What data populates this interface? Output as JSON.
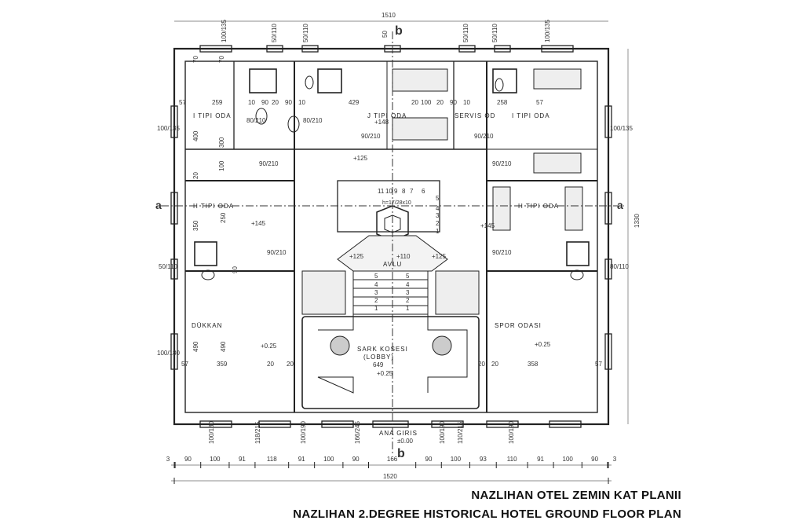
{
  "title": {
    "tr": "NAZLIHAN OTEL ZEMIN KAT PLANII",
    "en": "NAZLIHAN 2.DEGREE HISTORICAL HOTEL GROUND FLOOR PLAN"
  },
  "rooms": {
    "i_tipi_left": "I TIPI ODA",
    "j_tipi": "J TIPI ODA",
    "servis": "SERVIS OD",
    "i_tipi_right": "I TIPI ODA",
    "h_tipi_left": "H TIPI ODA",
    "h_tipi_right": "H TIPI ODA",
    "avlu": "AVLU",
    "dukkan": "DÜKKAN",
    "spor": "SPOR ODASI",
    "lobby_1": "SARK KOSESI",
    "lobby_2": "(LOBBY)",
    "lobby_w": "649",
    "entrance": "ANA GIRIS",
    "entrance_level": "±0.00"
  },
  "levels": {
    "j": "+148",
    "corr": "+125",
    "h_left": "+145",
    "h_right": "+145",
    "avlu": "+110",
    "avlu_l": "+125",
    "avlu_r": "+125",
    "dukkan": "+0.25",
    "spor": "+0.25",
    "lobby": "+0.25"
  },
  "section_marks": {
    "a": "a",
    "b": "b"
  },
  "dims": {
    "top_total": "1510",
    "bottom_total": "1520",
    "right_total": "1330",
    "top_row": [
      "57",
      "259",
      "10",
      "90",
      "20",
      "90",
      "10",
      "429",
      "20",
      "100",
      "20",
      "90",
      "10",
      "258",
      "57"
    ],
    "bottom_row": [
      "57",
      "359",
      "20",
      "20",
      "358",
      "57"
    ],
    "window_top": [
      "100/135",
      "50/110",
      "50/110",
      "50",
      "50/110",
      "50/110",
      "100/135"
    ],
    "window_bottom": [
      "100/180",
      "118/215",
      "100/190",
      "166/245",
      "100/190",
      "110/215",
      "100/190"
    ],
    "side": [
      "100/135",
      "100/135",
      "50/110",
      "80/110",
      "100/180"
    ],
    "misc": [
      "400",
      "300",
      "100",
      "70",
      "70",
      "350",
      "250",
      "490",
      "490",
      "80/210",
      "80/210",
      "90/210",
      "90/210",
      "90/210",
      "90/210",
      "90/210",
      "90/210",
      "20",
      "20",
      "20",
      "90"
    ],
    "stair_steps": [
      "11",
      "10",
      "9",
      "8",
      "7",
      "6",
      "5",
      "4",
      "3",
      "2",
      "1"
    ],
    "stair_note": "h=17/28x10",
    "entry_steps": [
      "5",
      "4",
      "3",
      "2",
      "1"
    ]
  },
  "bottom_chain": [
    3,
    90,
    100,
    91,
    118,
    91,
    100,
    90,
    166,
    90,
    100,
    93,
    110,
    91,
    100,
    90,
    3
  ]
}
